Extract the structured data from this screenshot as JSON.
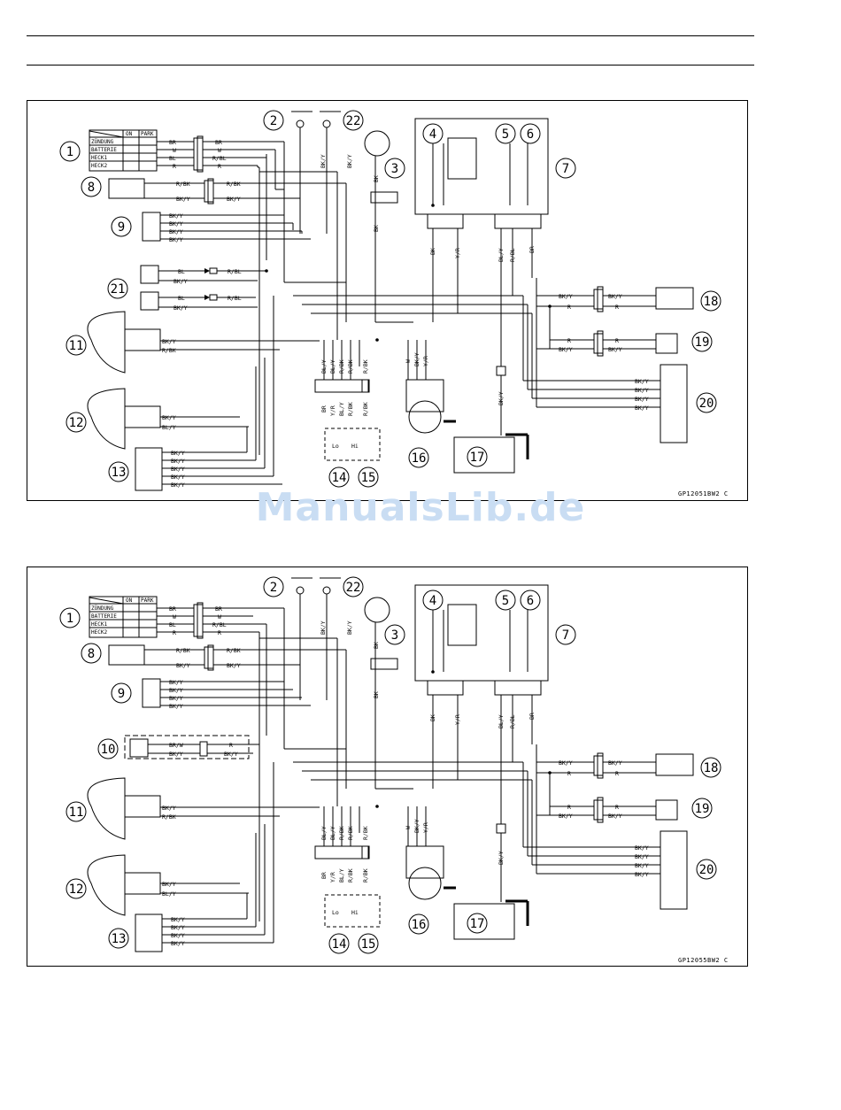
{
  "watermark": "ManualsLib.de",
  "diagrams": [
    {
      "code": "GP12051BW2 C",
      "numbers": [
        "1",
        "2",
        "22",
        "3",
        "4",
        "5",
        "6",
        "7",
        "8",
        "9",
        "21",
        "11",
        "12",
        "13",
        "14",
        "15",
        "16",
        "17",
        "18",
        "19",
        "20"
      ],
      "switch_table": {
        "header": [
          "ON",
          "PARK"
        ],
        "rows": [
          "ZÜNDUNG",
          "BATTERIE",
          "HECK1",
          "HECK2"
        ]
      },
      "wires": [
        "BR",
        "W",
        "BL",
        "R",
        "R/BK",
        "BK/Y",
        "R/BL",
        "BK",
        "Y/R",
        "BL/Y"
      ],
      "switch_labels": {
        "lo": "Lo",
        "hi": "Hi"
      }
    },
    {
      "code": "GP12055BW2 C",
      "numbers": [
        "1",
        "2",
        "22",
        "3",
        "4",
        "5",
        "6",
        "7",
        "8",
        "9",
        "10",
        "11",
        "12",
        "13",
        "14",
        "15",
        "16",
        "17",
        "18",
        "19",
        "20"
      ],
      "switch_table": {
        "header": [
          "ON",
          "PARK"
        ],
        "rows": [
          "ZÜNDUNG",
          "BATTERIE",
          "HECK1",
          "HECK2"
        ]
      },
      "wires": [
        "BR",
        "W",
        "BL",
        "R",
        "R/BK",
        "BK/Y",
        "R/BL",
        "BK",
        "Y/R",
        "BL/Y",
        "BR/W"
      ],
      "switch_labels": {
        "lo": "Lo",
        "hi": "Hi"
      }
    }
  ]
}
